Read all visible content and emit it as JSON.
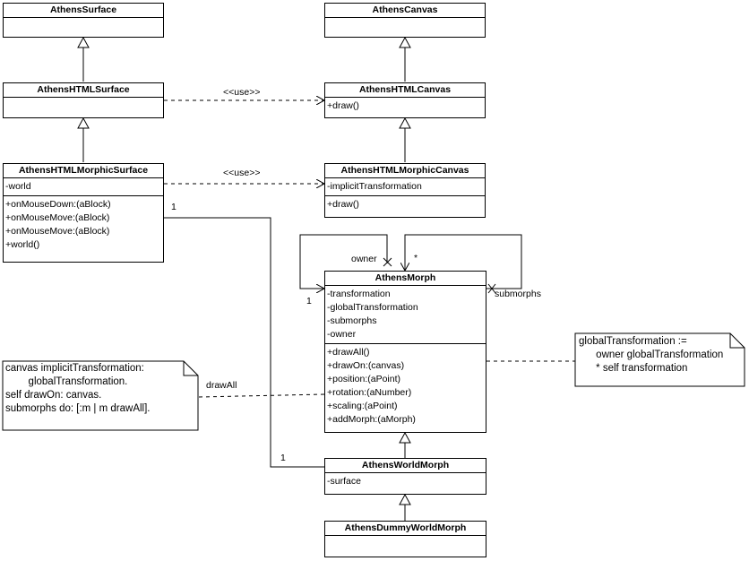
{
  "classes": {
    "athens_surface": {
      "name": "AthensSurface",
      "attributes": [],
      "operations": []
    },
    "athens_canvas": {
      "name": "AthensCanvas",
      "attributes": [],
      "operations": []
    },
    "html_surface": {
      "name": "AthensHTMLSurface",
      "attributes": [],
      "operations": []
    },
    "html_canvas": {
      "name": "AthensHTMLCanvas",
      "attributes": [],
      "operations": [
        "+draw()"
      ]
    },
    "morphic_surface": {
      "name": "AthensHTMLMorphicSurface",
      "attributes": [
        "-world"
      ],
      "operations": [
        "+onMouseDown:(aBlock)",
        "+onMouseMove:(aBlock)",
        "+onMouseMove:(aBlock)",
        "+world()"
      ]
    },
    "morphic_canvas": {
      "name": "AthensHTMLMorphicCanvas",
      "attributes": [
        "-implicitTransformation"
      ],
      "operations": [
        "+draw()"
      ]
    },
    "athens_morph": {
      "name": "AthensMorph",
      "attributes": [
        "-transformation",
        "-globalTransformation",
        "-submorphs",
        "-owner"
      ],
      "operations": [
        "+drawAll()",
        "+drawOn:(canvas)",
        "+position:(aPoint)",
        "+rotation:(aNumber)",
        "+scaling:(aPoint)",
        "+addMorph:(aMorph)"
      ]
    },
    "world_morph": {
      "name": "AthensWorldMorph",
      "attributes": [
        "-surface"
      ],
      "operations": []
    },
    "dummy_world_morph": {
      "name": "AthensDummyWorldMorph",
      "attributes": [],
      "operations": []
    }
  },
  "notes": {
    "draw_all_note": [
      "canvas implicitTransformation:",
      "        globalTransformation.",
      "self drawOn: canvas.",
      "submorphs do: [:m | m drawAll]."
    ],
    "global_transform_note": [
      "globalTransformation :=",
      "      owner globalTransformation",
      "      * self transformation"
    ]
  },
  "labels": {
    "use_top": "<<use>>",
    "use_bottom": "<<use>>",
    "owner": "owner",
    "star": "*",
    "submorphs": "submorphs",
    "one_owner": "1",
    "one_world_top": "1",
    "one_world_bottom": "1",
    "draw_all": "drawAll"
  }
}
